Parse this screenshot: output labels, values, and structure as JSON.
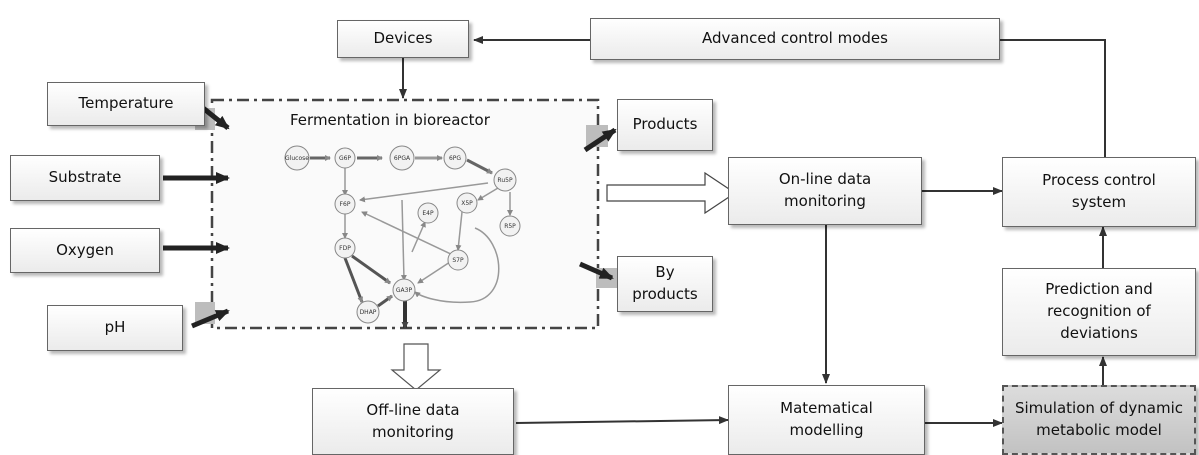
{
  "boxes": {
    "devices": "Devices",
    "advanced_control": "Advanced control modes",
    "temperature": "Temperature",
    "substrate": "Substrate",
    "oxygen": "Oxygen",
    "ph": "pH",
    "products": "Products",
    "byproducts": "By\nproducts",
    "online_monitoring": "On-line data\nmonitoring",
    "process_control": "Process control\nsystem",
    "prediction": "Prediction and\nrecognition of\ndeviations",
    "offline_monitoring": "Off-line data\nmonitoring",
    "modelling": "Matematical\nmodelling",
    "simulation": "Simulation of dynamic\nmetabolic model"
  },
  "bioreactor": {
    "title": "Fermentation in bioreactor",
    "nodes": [
      "Glucose",
      "G6P",
      "6PGA",
      "6PG",
      "Ru5P",
      "X5P",
      "R5P",
      "F6P",
      "E4P",
      "FDP",
      "S7P",
      "GA3P",
      "DHAP"
    ]
  },
  "colors": {
    "arrow": "#333333",
    "dashed_border": "#444444",
    "simulation_fill": "#c8c8c8",
    "pathway_node": "#f2f2f2"
  }
}
